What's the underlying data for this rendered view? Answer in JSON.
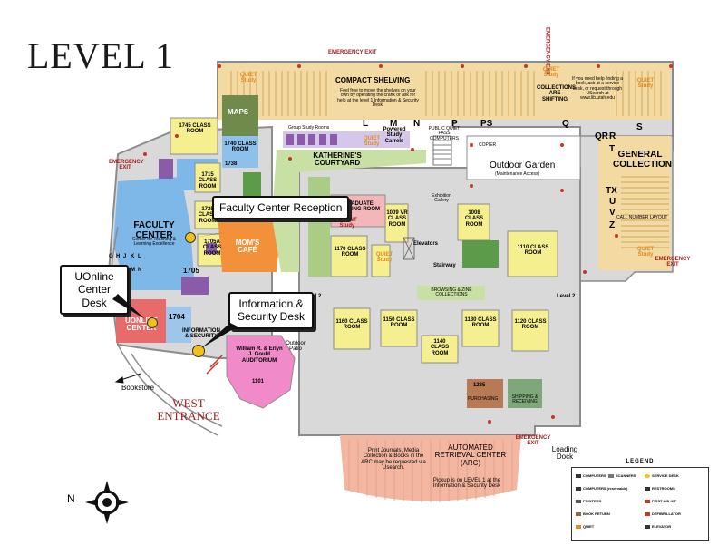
{
  "title": "LEVEL 1",
  "colors": {
    "stacks": "#f3d9a2",
    "classroom": "#f6ef8f",
    "faculty_center": "#7db8e8",
    "uonline": "#e86b6b",
    "auditorium": "#f08ac8",
    "arc": "#f3b7a1",
    "courtyard": "#c8e0a3",
    "cafe": "#f2913a",
    "maps": "#6f8a4a",
    "reading": "#f4b7b9",
    "green_room": "#5c9b4a",
    "purple": "#8a5ba8",
    "wall": "#8c8c8c",
    "floor": "#d9d9d9",
    "exit_red": "#9e1b1b"
  },
  "exits": {
    "top": "EMERGENCY EXIT",
    "left": "EMERGENCY EXIT",
    "right": "EMERGENCY EXIT",
    "bottom": "EMERGENCY EXIT",
    "vertical": "EMERGENCY EXIT"
  },
  "labels": {
    "compact_shelving": "COMPACT SHELVING",
    "compact_note": "Feel free to move the shelves on your own by operating the crank or ask for help at the level 1 Information & Security Desk.",
    "help_note": "If you need help finding a book, ask at a service desk, or request through USearch at www.lib.utah.edu",
    "collections_shifting": "COLLECTIONS ARE SHIFTING",
    "maps": "MAPS",
    "quiet_study": "QUIET Study",
    "group_study": "Group Study Rooms",
    "katherines_courtyard": "KATHERINE'S COURTYARD",
    "outdoor_garden": "Outdoor Garden",
    "maintenance": "(Maintenance Access)",
    "general_collection": "GENERAL COLLECTION",
    "faculty_center": "FACULTY CENTER",
    "faculty_sub": "Center for Teaching & Learning Excellence",
    "moms_cafe": "MOM'S CAFÉ",
    "graduate_reading": "GRADUATE READING ROOM",
    "silent_study": "SILENT Study",
    "exhibition_gallery": "Exhibition Gallery",
    "elevators": "Elevators",
    "stairway": "Stairway",
    "browsing": "BROWSING & ZINE COLLECTIONS",
    "uonline_center": "UONLINE CENTER",
    "auditorium": "William R. & Erlyn J. Gould AUDITORIUM",
    "auditorium_num": "1101",
    "outdoor_patio": "Outdoor Patio",
    "bookstore": "Bookstore",
    "west_entrance": "WEST ENTRANCE",
    "arc_title": "AUTOMATED RETRIEVAL CENTER (ARC)",
    "arc_note": "Print Journals, Media Collection & Books in the ARC may be requested via Usearch.",
    "arc_pickup": "Pickup is on LEVEL 1 at the Information & Security Desk",
    "loading_dock": "Loading Dock",
    "level2_a": "Level 2",
    "level2_b": "Level 2",
    "purchasing": "PURCHASING",
    "shipping": "SHIPPING & RECEIVING",
    "cal_number": "CALL NUMBER LAYOUT",
    "powered_carrels": "Powered Study Carrels",
    "public_computers": "PUBLIC QUIET PASS COMPUTERS",
    "info_security": "INFORMATION & SECURITY",
    "copier": "COPIER",
    "compass": "N",
    "room_1745": "1745 CLASS ROOM",
    "room_1715": "1715 CLASS ROOM",
    "room_1725": "1725 CLASS ROOM",
    "room_1705": "1705",
    "room_1705a": "1705A CLASS ROOM",
    "room_1704": "1704",
    "room_1009": "1009 VR CLASS ROOM",
    "room_1008": "1008 CLASS ROOM",
    "room_1170": "1170 CLASS ROOM",
    "room_1110": "1110 CLASS ROOM",
    "room_1160": "1160 CLASS ROOM",
    "room_1150": "1150 CLASS ROOM",
    "room_1140": "1140 CLASS ROOM",
    "room_1130": "1130 CLASS ROOM",
    "room_1120": "1120 CLASS ROOM",
    "room_1235": "1235",
    "room_1740": "1740 CLASS ROOM",
    "room_1738": "1738",
    "letters_top": [
      "L",
      "M",
      "N",
      "P",
      "PS",
      "Q",
      "QR"
    ],
    "letters_right": [
      "R",
      "S",
      "T",
      "TX",
      "U",
      "V",
      "Z"
    ],
    "letters_left": [
      "G",
      "H",
      "J",
      "K",
      "L",
      "M",
      "N"
    ]
  },
  "callouts": {
    "faculty": "Faculty Center Reception",
    "uonline": "UOnline Center Desk",
    "info": "Information & Security Desk"
  },
  "legend": {
    "title": "LEGEND",
    "items": [
      "COMPUTERS",
      "COMPUTERS (reservable)",
      "PRINTERS",
      "BOOK RETURN",
      "QUIET",
      "SCANNERS",
      "SERVICE DESK",
      "RESTROOMS",
      "FIRST AID KIT",
      "DEFIBRILLATOR",
      "ELEVATOR"
    ]
  }
}
